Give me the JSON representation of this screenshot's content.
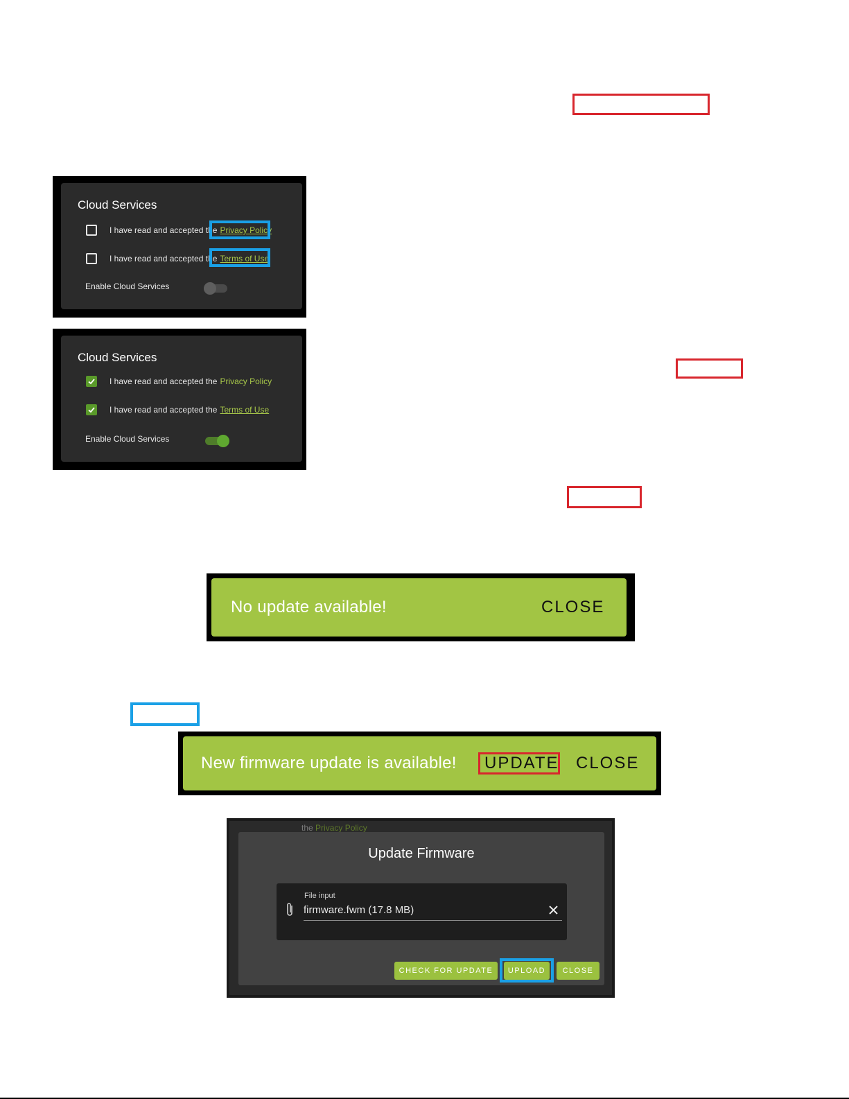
{
  "colors": {
    "highlight_red": "#d8262d",
    "highlight_blue": "#1aa0e6",
    "accent_green": "#a2c544",
    "link_green": "#a8c84a",
    "panel_bg": "#2b2b2b"
  },
  "cloud_panel_before": {
    "title": "Cloud Services",
    "privacy_prefix": "I have read and accepted the",
    "privacy_link": "Privacy Policy",
    "privacy_checked": false,
    "terms_prefix": "I have read and accepted the",
    "terms_link": "Terms of Use",
    "terms_checked": false,
    "enable_label": "Enable Cloud Services",
    "enable_on": false
  },
  "cloud_panel_after": {
    "title": "Cloud Services",
    "privacy_prefix": "I have read and accepted the",
    "privacy_link": "Privacy Policy",
    "privacy_checked": true,
    "terms_prefix": "I have read and accepted the",
    "terms_link": "Terms of Use",
    "terms_checked": true,
    "enable_label": "Enable Cloud Services",
    "enable_on": true
  },
  "snackbar_no_update": {
    "message": "No update available!",
    "close_label": "CLOSE"
  },
  "snackbar_update": {
    "message": "New firmware update is available!",
    "update_label": "UPDATE",
    "close_label": "CLOSE"
  },
  "firmware_dialog": {
    "background_prefix": "the",
    "background_link": "Privacy Policy",
    "title": "Update Firmware",
    "file_label": "File input",
    "file_value": "firmware.fwm (17.8 MB)",
    "check_label": "CHECK FOR UPDATE",
    "upload_label": "UPLOAD",
    "close_label": "CLOSE",
    "icons": [
      "paperclip-icon",
      "clear-icon"
    ]
  }
}
